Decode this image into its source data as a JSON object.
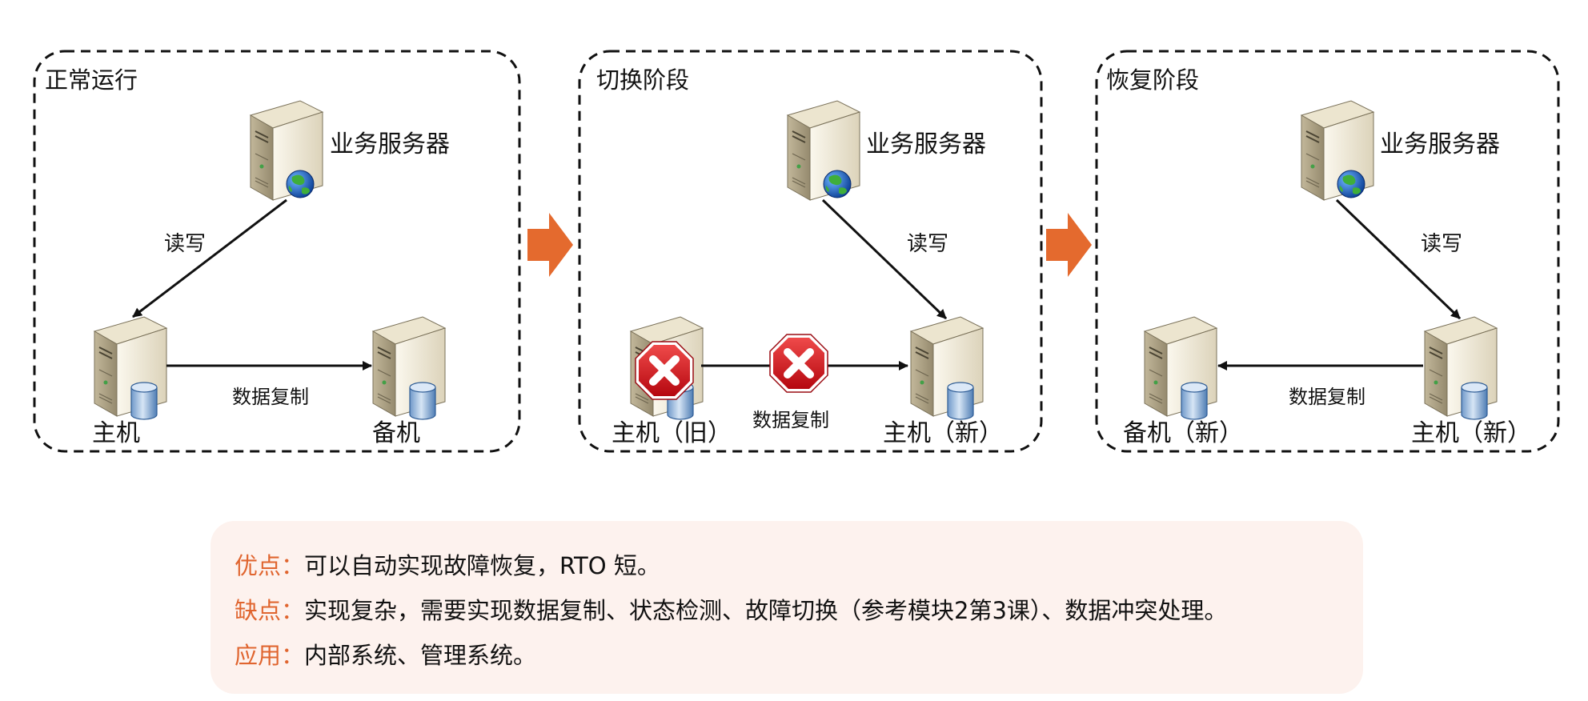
{
  "colors": {
    "accent": "#e0652f",
    "info_bg": "#fdf2ee",
    "dashed_border": "#111111",
    "error_red": "#d0151f"
  },
  "panels": [
    {
      "title": "正常运行",
      "server_label": "业务服务器",
      "rw_label": "读写",
      "replication_label": "数据复制",
      "left_node_label": "主机",
      "right_node_label": "备机"
    },
    {
      "title": "切换阶段",
      "server_label": "业务服务器",
      "rw_label": "读写",
      "replication_label": "数据复制",
      "left_node_label": "主机（旧）",
      "right_node_label": "主机（新）"
    },
    {
      "title": "恢复阶段",
      "server_label": "业务服务器",
      "rw_label": "读写",
      "replication_label": "数据复制",
      "left_node_label": "备机（新）",
      "right_node_label": "主机（新）"
    }
  ],
  "icons": {
    "server": "server-tower-icon",
    "database": "database-cylinder-icon",
    "globe": "globe-icon",
    "failure": "error-x-icon",
    "phase_arrow": "arrow-right-icon"
  },
  "info": {
    "pros": {
      "key": "优点：",
      "text": "可以自动实现故障恢复，RTO 短。"
    },
    "cons": {
      "key": "缺点：",
      "text": "实现复杂，需要实现数据复制、状态检测、故障切换（参考模块2第3课）、数据冲突处理。"
    },
    "usage": {
      "key": "应用：",
      "text": "内部系统、管理系统。"
    }
  }
}
